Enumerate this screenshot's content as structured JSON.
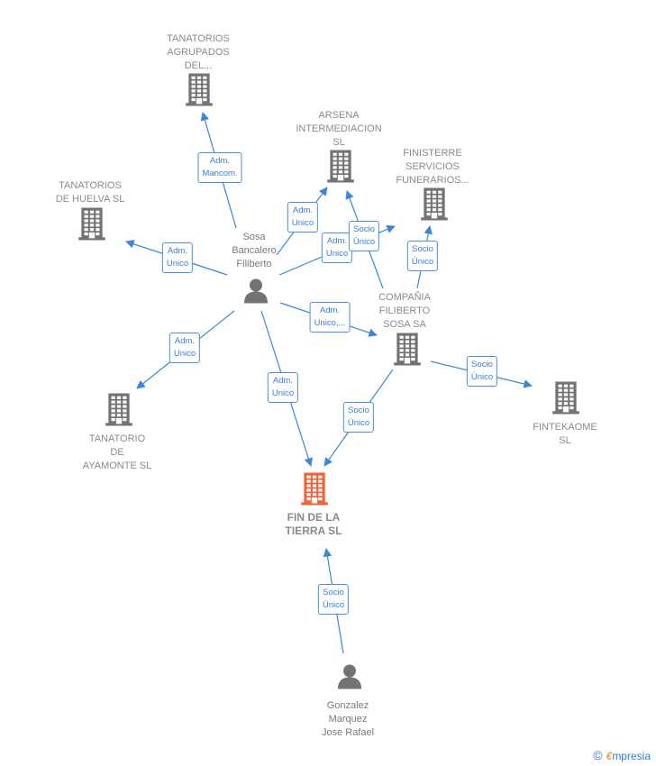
{
  "nodes": [
    {
      "id": "tanatorios_agrupados",
      "label": "TANATORIOS\nAGRUPADOS\nDEL...",
      "type": "company"
    },
    {
      "id": "arsena",
      "label": "ARSENA\nINTERMEDIACION\nSL",
      "type": "company"
    },
    {
      "id": "finisterre",
      "label": "FINISTERRE\nSERVICIOS\nFUNERARIOS...",
      "type": "company"
    },
    {
      "id": "tanatorios_huelva",
      "label": "TANATORIOS\nDE HUELVA SL",
      "type": "company"
    },
    {
      "id": "sosa_bancalero",
      "label": "Sosa\nBancalero\nFiliberto",
      "type": "person"
    },
    {
      "id": "compania_filiberto",
      "label": "COMPAÑIA\nFILIBERTO\nSOSA SA",
      "type": "company"
    },
    {
      "id": "tanatorio_ayamonte",
      "label": "TANATORIO\nDE\nAYAMONTE SL",
      "type": "company"
    },
    {
      "id": "fintekaome",
      "label": "FINTEKAOME\nSL",
      "type": "company"
    },
    {
      "id": "fin_de_la_tierra",
      "label": "FIN DE LA\nTIERRA  SL",
      "type": "company",
      "primary": true
    },
    {
      "id": "gonzalez_marquez",
      "label": "Gonzalez\nMarquez\nJose Rafael",
      "type": "person"
    }
  ],
  "edges": [
    {
      "from": "sosa_bancalero",
      "to": "tanatorios_agrupados",
      "label": "Adm.\nMancom."
    },
    {
      "from": "sosa_bancalero",
      "to": "arsena",
      "label": "Adm.\nUnico"
    },
    {
      "from": "sosa_bancalero",
      "to": "finisterre",
      "label": "Adm.\nUnico"
    },
    {
      "from": "sosa_bancalero",
      "to": "tanatorios_huelva",
      "label": "Adm.\nUnico"
    },
    {
      "from": "sosa_bancalero",
      "to": "compania_filiberto",
      "label": "Adm.\nUnico,..."
    },
    {
      "from": "sosa_bancalero",
      "to": "tanatorio_ayamonte",
      "label": "Adm.\nUnico"
    },
    {
      "from": "sosa_bancalero",
      "to": "fin_de_la_tierra",
      "label": "Adm.\nUnico"
    },
    {
      "from": "compania_filiberto",
      "to": "arsena",
      "label": "Socio\nÚnico"
    },
    {
      "from": "compania_filiberto",
      "to": "finisterre",
      "label": "Socio\nÚnico"
    },
    {
      "from": "compania_filiberto",
      "to": "fintekaome",
      "label": "Socio\nÚnico"
    },
    {
      "from": "compania_filiberto",
      "to": "fin_de_la_tierra",
      "label": "Socio\nÚnico"
    },
    {
      "from": "gonzalez_marquez",
      "to": "fin_de_la_tierra",
      "label": "Socio\nÚnico"
    }
  ],
  "colors": {
    "edge": "#3d86d6",
    "company": "#737373",
    "primary": "#f0643a",
    "person": "#737373"
  },
  "footer": {
    "copyright_symbol": "©",
    "brand_e": "€",
    "brand_rest": "mpresia"
  }
}
